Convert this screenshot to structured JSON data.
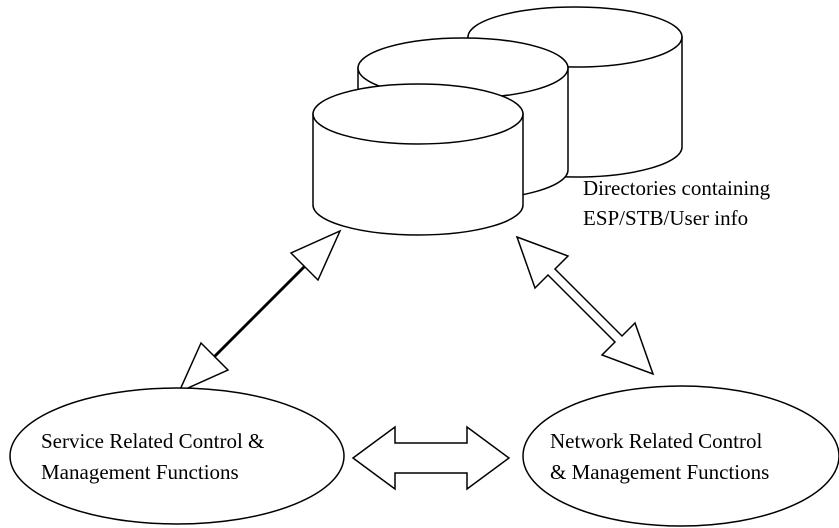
{
  "directories": {
    "label_line1": "Directories containing",
    "label_line2": "ESP/STB/User info"
  },
  "service_block": {
    "label_line1": "Service Related Control &",
    "label_line2": "Management Functions"
  },
  "network_block": {
    "label_line1": "Network Related Control",
    "label_line2": "& Management Functions"
  },
  "colors": {
    "stroke": "#000000",
    "fill": "#ffffff",
    "text": "#000000"
  }
}
